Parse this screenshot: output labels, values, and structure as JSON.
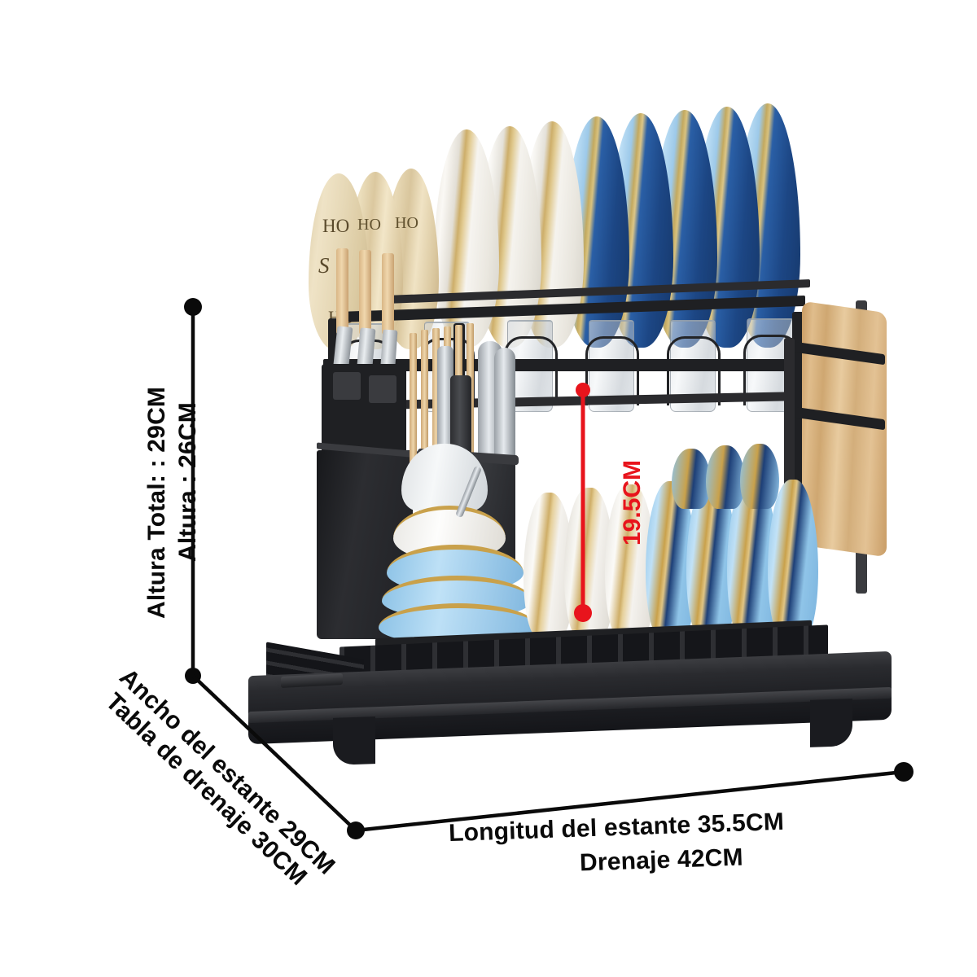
{
  "diagram": {
    "kind": "product-dimension-diagram",
    "product": "2-tier dish drying rack with drainboard",
    "background_color": "#ffffff",
    "line_color": "#0a0a0a",
    "accent_color": "#e8141c"
  },
  "dimensions": {
    "height_shelf": {
      "label": "Altura",
      "separator": ":",
      "value": "26CM",
      "text": "Altura  : 26CM"
    },
    "height_total": {
      "label": "Altura Total:",
      "separator": ":",
      "value": "29CM",
      "text": "Altura Total:   : 29CM"
    },
    "width_shelf": {
      "label": "Ancho del estante",
      "value": "29CM",
      "text": "Ancho del estante   29CM"
    },
    "width_drainboard": {
      "label": "Tabla de drenaje",
      "value": "30CM",
      "text": "Tabla de drenaje   30CM"
    },
    "length_shelf": {
      "label": "Longitud del estante",
      "value": "35.5CM",
      "text": "Longitud del estante  35.5CM"
    },
    "length_drainage": {
      "label": "Drenaje",
      "value": "42CM",
      "text": "Drenaje    42CM"
    },
    "tier_clearance": {
      "label": "",
      "value": "19.5CM",
      "text": "19.5CM",
      "color": "#e8141c"
    }
  },
  "colors": {
    "rack_black": "#2b2b2e",
    "rack_dark": "#1f2023",
    "plate_cream": "#e8dcc0",
    "plate_white": "#f2f2f0",
    "plate_navy": "#1e4b8f",
    "plate_lightblue": "#8fc4e8",
    "rim_gold": "#c9a961",
    "wood_light": "#d9b685",
    "board_wood": "#dcb887",
    "glass_grey": "#c8ced4"
  },
  "contents": {
    "top_tier": {
      "name": "Upper plate rack",
      "cream_plates_text": "HO HO HO",
      "cream_plate_count": 3,
      "white_plate_count": 3,
      "navy_plate_count": 5,
      "glass_count": 6
    },
    "bottom_tier": {
      "name": "Lower bowl and plate rack",
      "bowl_count": 5,
      "plate_count": 9
    },
    "accessories": {
      "knife_block": "knife-block",
      "knife_count": 3,
      "utensil_cup": "utensil-holder",
      "chopstick_count": 6,
      "cutting_board": "cutting-board",
      "drainboard": "drain-tray",
      "drain_spout": "drain-spout"
    }
  }
}
